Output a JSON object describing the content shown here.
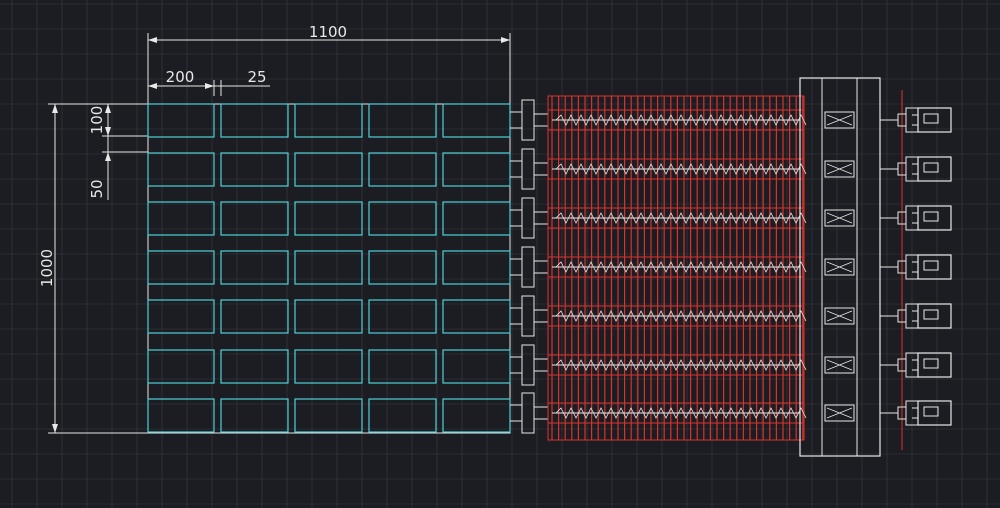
{
  "colors": {
    "background": "#1b1d22",
    "grid": "#3a3d44",
    "outline": "#e8e8e8",
    "cells": "#4fd0d8",
    "heater": "#d8322d"
  },
  "dimensions": {
    "total_width": "1100",
    "cell_width": "200",
    "cell_gap": "25",
    "cell_height": "100",
    "row_gap": "50",
    "total_height": "1000"
  },
  "layout": {
    "cell_columns": 5,
    "cell_rows": 7,
    "screw_rows": 7,
    "motor_count": 7
  }
}
